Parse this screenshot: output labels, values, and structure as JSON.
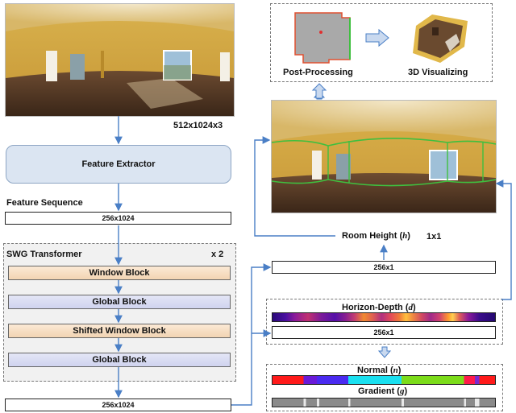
{
  "input": {
    "size_label": "512x1024x3"
  },
  "feature_extractor": {
    "label": "Feature Extractor"
  },
  "feature_sequence": {
    "label": "Feature Sequence",
    "dim": "256x1024"
  },
  "swg_transformer": {
    "title": "SWG Transformer",
    "repeat": "x 2",
    "blocks": [
      "Window Block",
      "Global Block",
      "Shifted Window Block",
      "Global Block"
    ]
  },
  "output_sequence": {
    "dim": "256x1024"
  },
  "room_height": {
    "label_prefix": "Room Height (",
    "symbol": "h",
    "label_suffix": ")",
    "size": "1x1",
    "dim": "256x1"
  },
  "horizon_depth": {
    "label_prefix": "Horizon-Depth (",
    "symbol": "d",
    "label_suffix": ")",
    "dim": "256x1"
  },
  "normal": {
    "label_prefix": "Normal (",
    "symbol": "n",
    "label_suffix": ")"
  },
  "gradient": {
    "label_prefix": "Gradient (",
    "symbol": "g",
    "label_suffix": ")"
  },
  "post_processing": {
    "label": "Post-Processing"
  },
  "visualizing": {
    "label": "3D Visualizing"
  },
  "colors": {
    "arrow": "#4a7fc6",
    "arrow_fill": "#c9d9ef",
    "layout_line": "#3fbf3f",
    "floorplan_edge": "#e05030"
  }
}
